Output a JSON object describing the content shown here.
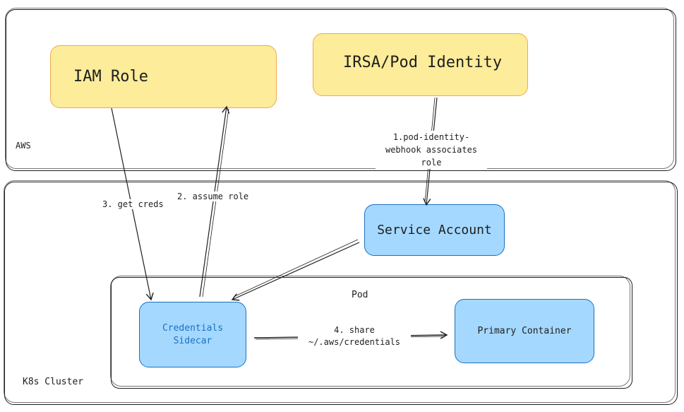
{
  "regions": {
    "aws": "AWS",
    "k8s": "K8s Cluster",
    "pod": "Pod"
  },
  "nodes": {
    "iam_role": "IAM Role",
    "irsa": "IRSA/Pod Identity",
    "service_account": "Service Account",
    "credentials_sidecar": [
      "Credentials",
      "Sidecar"
    ],
    "primary_container": "Primary Container"
  },
  "edges": {
    "step1": [
      "1.pod-identity-",
      "webhook associates",
      "role"
    ],
    "step2": "2. assume role",
    "step3": "3. get creds",
    "step4": [
      "4. share",
      "~/.aws/credentials"
    ]
  },
  "colors": {
    "yellow_fill": "#fdec9a",
    "yellow_stroke": "#f0a94a",
    "blue_fill": "#a5d8ff",
    "blue_stroke": "#1971c2",
    "sidecar_text": "#1971c2"
  }
}
